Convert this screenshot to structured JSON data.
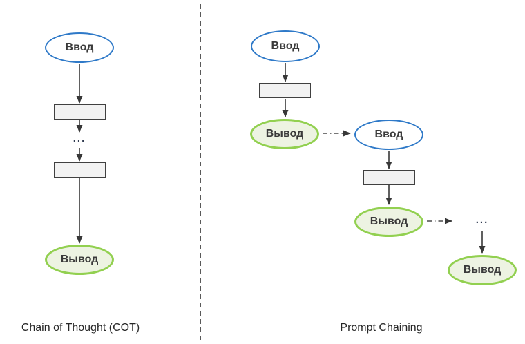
{
  "colors": {
    "input_border": "#2E79C8",
    "output_border": "#92D050",
    "output_fill": "#EDF3E2",
    "process_fill": "#F2F2F2",
    "process_border": "#404040",
    "arrow": "#383838",
    "connector": "#4a4a4a",
    "divider": "#595959",
    "label_text": "#3A3A3A",
    "caption_text": "#262626"
  },
  "panels": {
    "cot": {
      "caption": "Chain of Thought (COT)",
      "input_label": "Ввод",
      "ellipsis": "...",
      "output_label": "Вывод"
    },
    "chaining": {
      "caption": "Prompt Chaining",
      "step1": {
        "input_label": "Ввод",
        "output_label": "Вывод"
      },
      "step2": {
        "input_label": "Ввод",
        "output_label": "Вывод"
      },
      "ellipsis": "...",
      "final_output_label": "Вывод"
    }
  }
}
